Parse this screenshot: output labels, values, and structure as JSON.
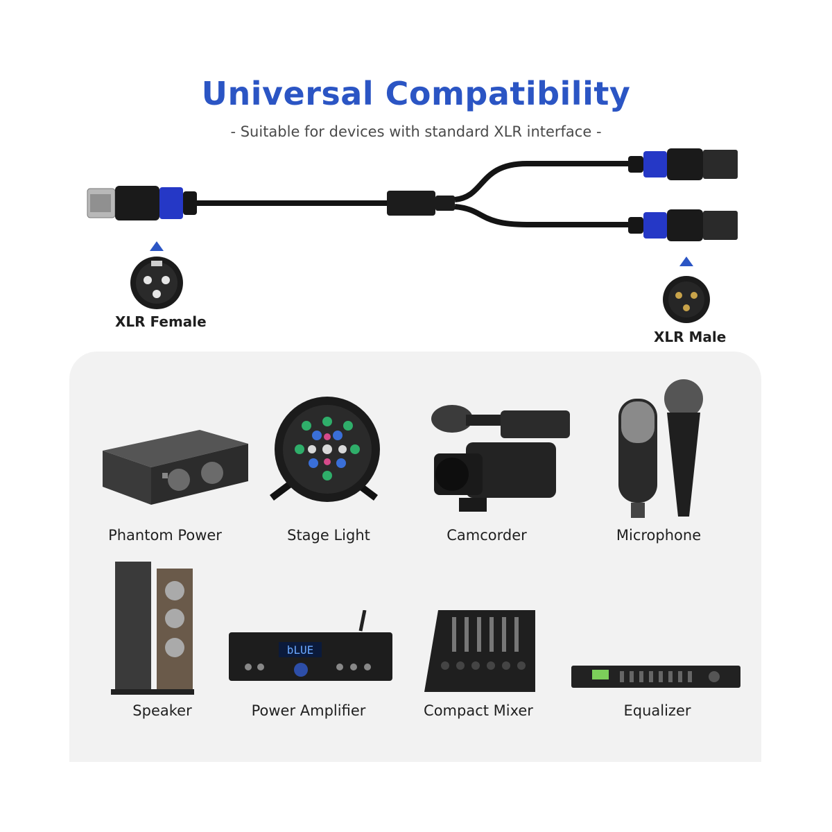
{
  "header": {
    "title": "Universal Compatibility",
    "subtitle": "- Suitable for devices with standard XLR interface -"
  },
  "connectors": {
    "female_label": "XLR Female",
    "male_label": "XLR Male",
    "accent_color": "#2538c6",
    "indicator_icon": "up-triangle-icon"
  },
  "devices": [
    {
      "label": "Phantom Power",
      "icon": "phantom-power-icon"
    },
    {
      "label": "Stage Light",
      "icon": "stage-light-icon"
    },
    {
      "label": "Camcorder",
      "icon": "camcorder-icon"
    },
    {
      "label": "Microphone",
      "icon": "microphone-icon"
    },
    {
      "label": "Speaker",
      "icon": "speaker-icon"
    },
    {
      "label": "Power Amplifier",
      "icon": "power-amplifier-icon"
    },
    {
      "label": "Compact Mixer",
      "icon": "compact-mixer-icon"
    },
    {
      "label": "Equalizer",
      "icon": "equalizer-icon"
    }
  ],
  "amplifier_display": "bLUE"
}
